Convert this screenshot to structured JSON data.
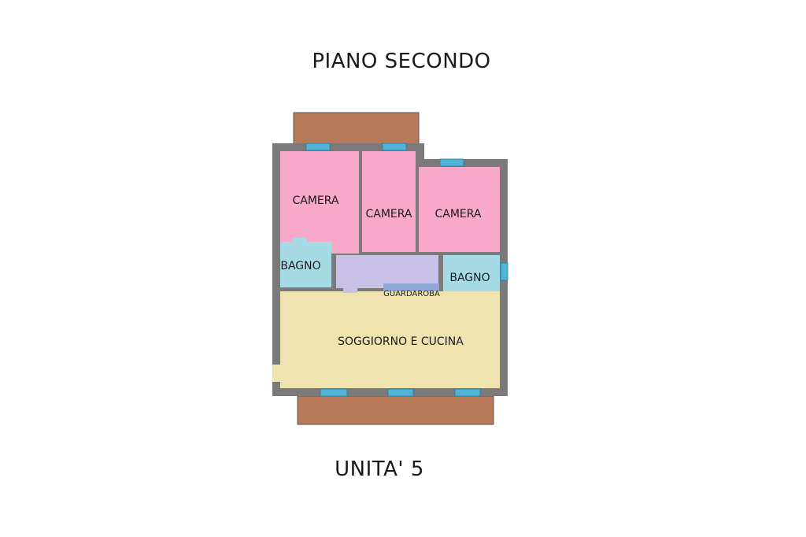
{
  "title": "PIANO SECONDO",
  "subtitle": "UNITA' 5",
  "rooms": {
    "camera_1": "CAMERA",
    "camera_2": "CAMERA",
    "camera_3": "CAMERA",
    "bagno_1": "BAGNO",
    "bagno_2": "BAGNO",
    "guardaroba": "GUARDAROBA",
    "soggiorno": "SOGGIORNO E CUCINA"
  },
  "colors": {
    "wall": "#7a7a7a",
    "bedroom": "#f8a8c8",
    "bathroom": "#a6dbe6",
    "corridor": "#c8c0e6",
    "wardrobe": "#8fa8d8",
    "living": "#efe3b0",
    "balcony": "#b87a58",
    "window": "#4fb4d8"
  }
}
